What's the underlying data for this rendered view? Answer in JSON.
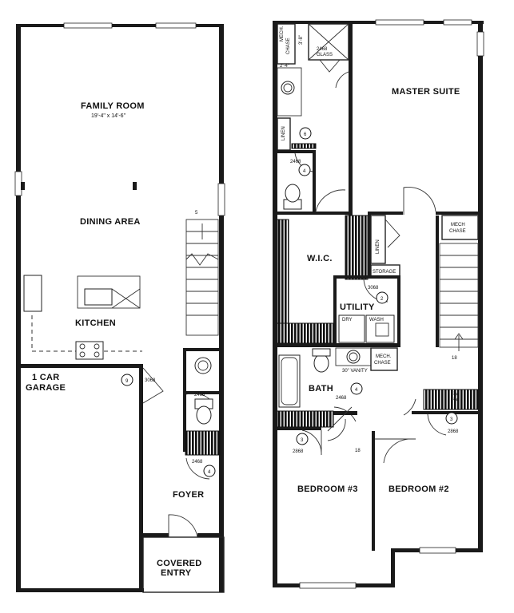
{
  "ground_floor": {
    "family_room": "FAMILY ROOM",
    "family_room_dim": "19'-4\" x 14'-6\"",
    "dining_area": "DINING AREA",
    "kitchen": "KITCHEN",
    "garage_line1": "1 CAR",
    "garage_line2": "GARAGE",
    "garage_door_tag": "9",
    "garage_door_size": "3068",
    "foyer": "FOYER",
    "covered_entry_line1": "COVERED",
    "covered_entry_line2": "ENTRY",
    "stair_label": "5",
    "bath_door_size": "2468",
    "closet_door_size": "2468",
    "closet_tag": "4"
  },
  "upper_floor": {
    "master_suite": "MASTER SUITE",
    "mech_chase_top_line1": "MECH.",
    "mech_chase_top_line2": "CHASE",
    "shower_dim": "3'-8\"",
    "shower_glass_line1": "2468",
    "shower_glass_line2": "GLASS",
    "vanity_dim": "2'-4\"",
    "linen_top": "LINEN",
    "linen_tag": "6",
    "wc_door_tag": "4",
    "wc_door_size": "2468",
    "wic": "W.I.C.",
    "linen_mid": "LINEN",
    "storage": "STORAGE",
    "utility_door_size": "3068",
    "utility_door_tag": "2",
    "utility": "UTILITY",
    "dry": "DRY",
    "wash": "WASH",
    "mech_chase_right_line1": "MECH",
    "mech_chase_right_line2": "CHASE",
    "mech_chase_bath_line1": "MECH.",
    "mech_chase_bath_line2": "CHASE",
    "vanity_size": "30\" VANITY",
    "bath": "BATH",
    "bath_door_tag": "4",
    "bath_door_size": "2468",
    "stair_label": "18",
    "bedroom3": "BEDROOM #3",
    "bedroom3_door_tag": "3",
    "bedroom3_door_size": "2868",
    "bedroom2": "BEDROOM #2",
    "bedroom2_door_tag": "3",
    "bedroom2_door_size": "2868",
    "bedroom2_closet_dim": "2'-8\"",
    "hall_stair_label": "18"
  }
}
